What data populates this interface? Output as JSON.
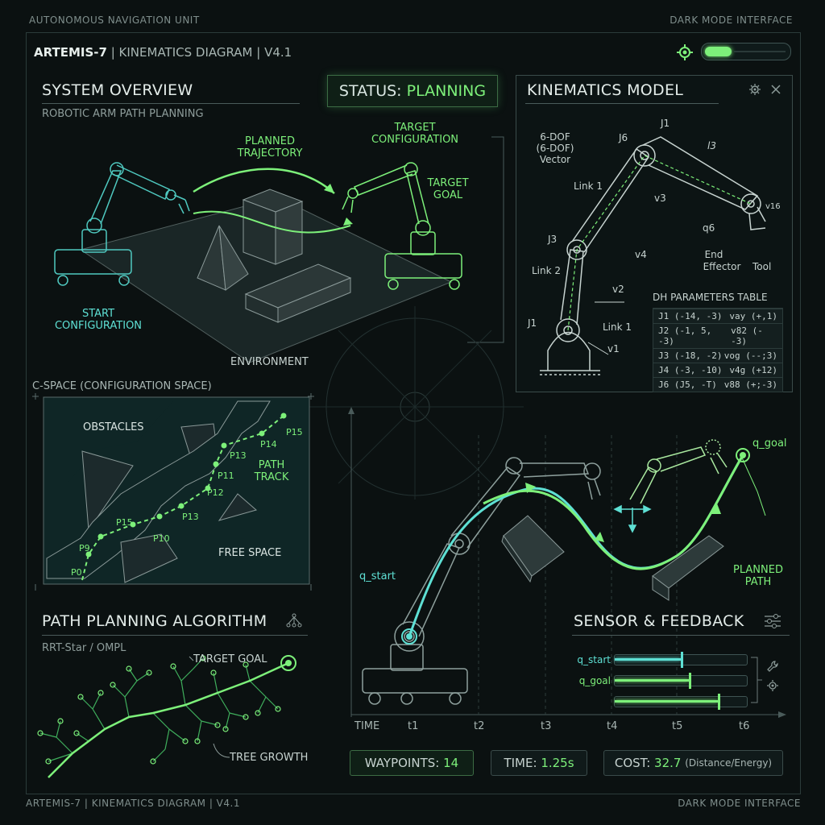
{
  "corners": {
    "top_left": "AUTONOMOUS NAVIGATION UNIT",
    "top_right": "DARK MODE INTERFACE",
    "bottom_left": "ARTEMIS-7 | KINEMATICS DIAGRAM | V4.1",
    "bottom_right": "DARK MODE INTERFACE"
  },
  "header": {
    "app_name": "ARTEMIS-7",
    "title_rest": "| KINEMATICS DIAGRAM | V4.1",
    "progress": 0.3
  },
  "overview": {
    "title": "SYSTEM OVERVIEW",
    "subtitle": "ROBOTIC ARM PATH PLANNING",
    "planned_traj_1": "PLANNED",
    "planned_traj_2": "TRAJECTORY",
    "target_cfg_1": "TARGET",
    "target_cfg_2": "CONFIGURATION",
    "target_goal_1": "TARGET",
    "target_goal_2": "GOAL",
    "start_cfg_1": "START",
    "start_cfg_2": "CONFIGURATION",
    "environment": "ENVIRONMENT"
  },
  "status": {
    "label": "STATUS:",
    "value": "PLANNING"
  },
  "kinematics": {
    "title": "KINEMATICS MODEL",
    "dof_1": "6-DOF",
    "dof_2": "(6-DOF)",
    "dof_3": "Vector",
    "labels": {
      "j1_top": "J1",
      "j6": "J6",
      "j3": "J3",
      "j1_base": "J1",
      "link1_a": "Link 1",
      "link2": "Link 2",
      "link1_b": "Link 1",
      "l3": "l3",
      "v3": "v3",
      "v4": "v4",
      "v2": "v2",
      "v1": "v1",
      "v16": "v16",
      "q6": "q6",
      "end_effector_1": "End",
      "end_effector_2": "Effector",
      "tool": "Tool"
    },
    "dh_title": "DH PARAMETERS TABLE",
    "dh_rows": [
      {
        "joint": "J1",
        "params": "(-14, -3)",
        "v": "vay (+,1)"
      },
      {
        "joint": "J2",
        "params": "(-1, 5, -3)",
        "v": "v82 (--3)"
      },
      {
        "joint": "J3",
        "params": "(-18, -2)",
        "v": "vog (--;3)"
      },
      {
        "joint": "J4",
        "params": "(-3, -10)",
        "v": "v4g (+12)"
      },
      {
        "joint": "J6",
        "params": "(J5, -T)",
        "v": "v88 (+;-3)"
      }
    ]
  },
  "cspace": {
    "title": "C-SPACE (CONFIGURATION SPACE)",
    "obstacles": "OBSTACLES",
    "path_track_1": "PATH",
    "path_track_2": "TRACK",
    "free_space": "FREE SPACE",
    "points": [
      "P0",
      "P9",
      "P15",
      "P10",
      "P13",
      "P12",
      "P11",
      "P13",
      "P14",
      "P15"
    ]
  },
  "algorithm": {
    "title": "PATH PLANNING ALGORITHM",
    "subtitle": "RRT-Star / OMPL",
    "target_goal": "TARGET GOAL",
    "tree_growth": "TREE GROWTH"
  },
  "trajectory": {
    "q_start": "q_start",
    "q_goal": "q_goal",
    "planned_path_1": "PLANNED",
    "planned_path_2": "PATH",
    "time_label": "TIME",
    "ticks": [
      "t1",
      "t2",
      "t3",
      "t4",
      "t5",
      "t6"
    ]
  },
  "sensor": {
    "title": "SENSOR & FEEDBACK",
    "bars": [
      {
        "label": "q_start",
        "level": 0.5,
        "color": "#5ee0d4"
      },
      {
        "label": "q_goal",
        "level": 0.56,
        "color": "#7df07a"
      },
      {
        "label": "",
        "level": 0.78,
        "color": "#7df07a"
      }
    ]
  },
  "stats": {
    "waypoints_label": "WAYPOINTS:",
    "waypoints_value": "14",
    "time_label": "TIME:",
    "time_value": "1.25s",
    "cost_label": "COST:",
    "cost_value": "32.7",
    "cost_unit": "(Distance/Energy)"
  },
  "colors": {
    "accent_green": "#7df07a",
    "accent_cyan": "#5ee0d4",
    "background": "#0b1111"
  }
}
